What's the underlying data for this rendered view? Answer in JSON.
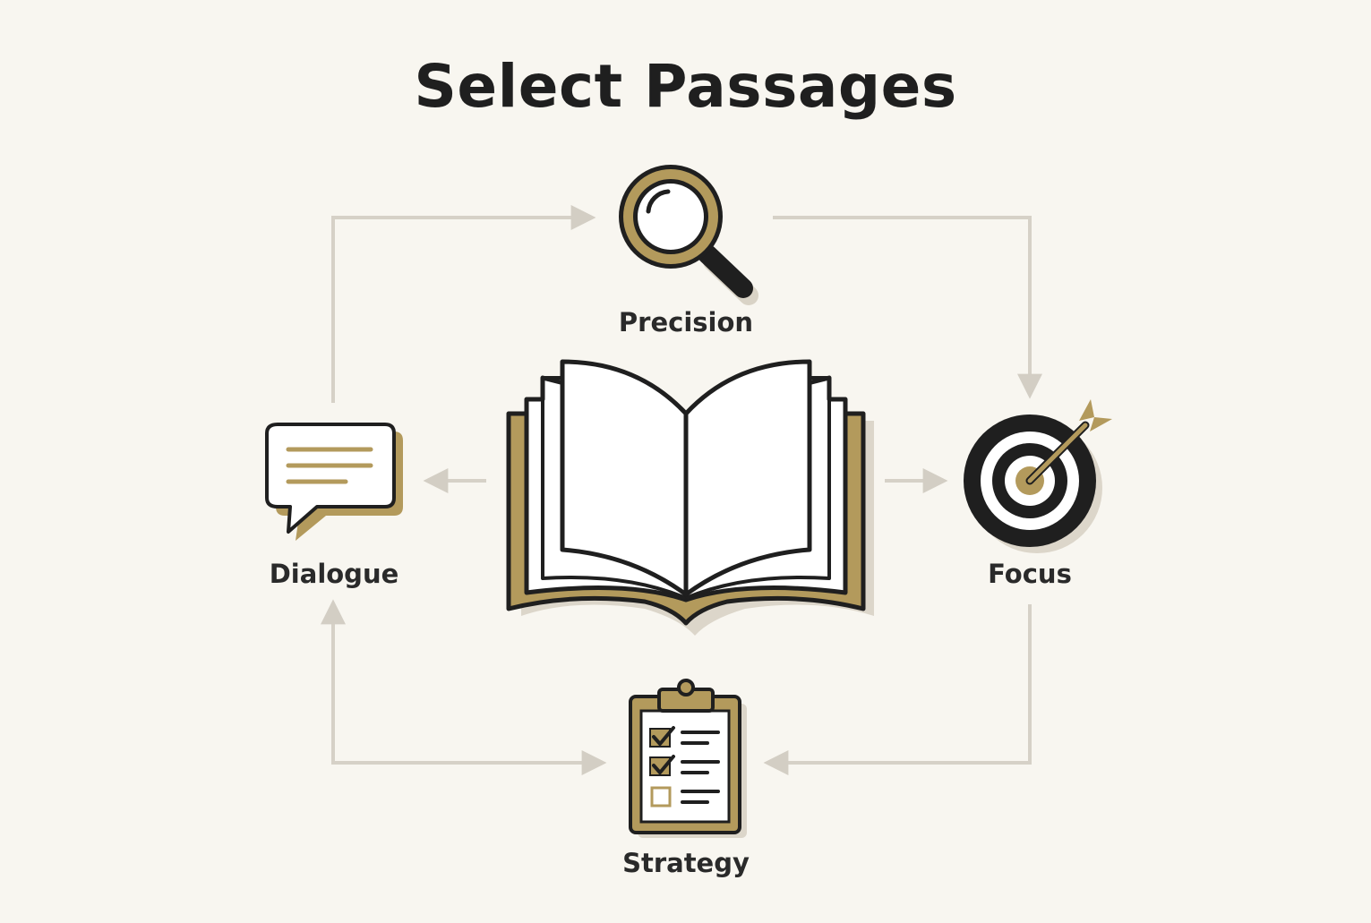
{
  "title": "Select Passages",
  "nodes": {
    "precision": {
      "label": "Precision",
      "icon": "magnifying-glass-icon"
    },
    "dialogue": {
      "label": "Dialogue",
      "icon": "speech-bubble-icon"
    },
    "focus": {
      "label": "Focus",
      "icon": "target-icon"
    },
    "strategy": {
      "label": "Strategy",
      "icon": "clipboard-checklist-icon"
    },
    "center": {
      "icon": "open-book-icon"
    }
  },
  "colors": {
    "background": "#f8f6f0",
    "accent": "#b39a5c",
    "ink": "#1f1f1f",
    "connector": "#cfcac0"
  }
}
